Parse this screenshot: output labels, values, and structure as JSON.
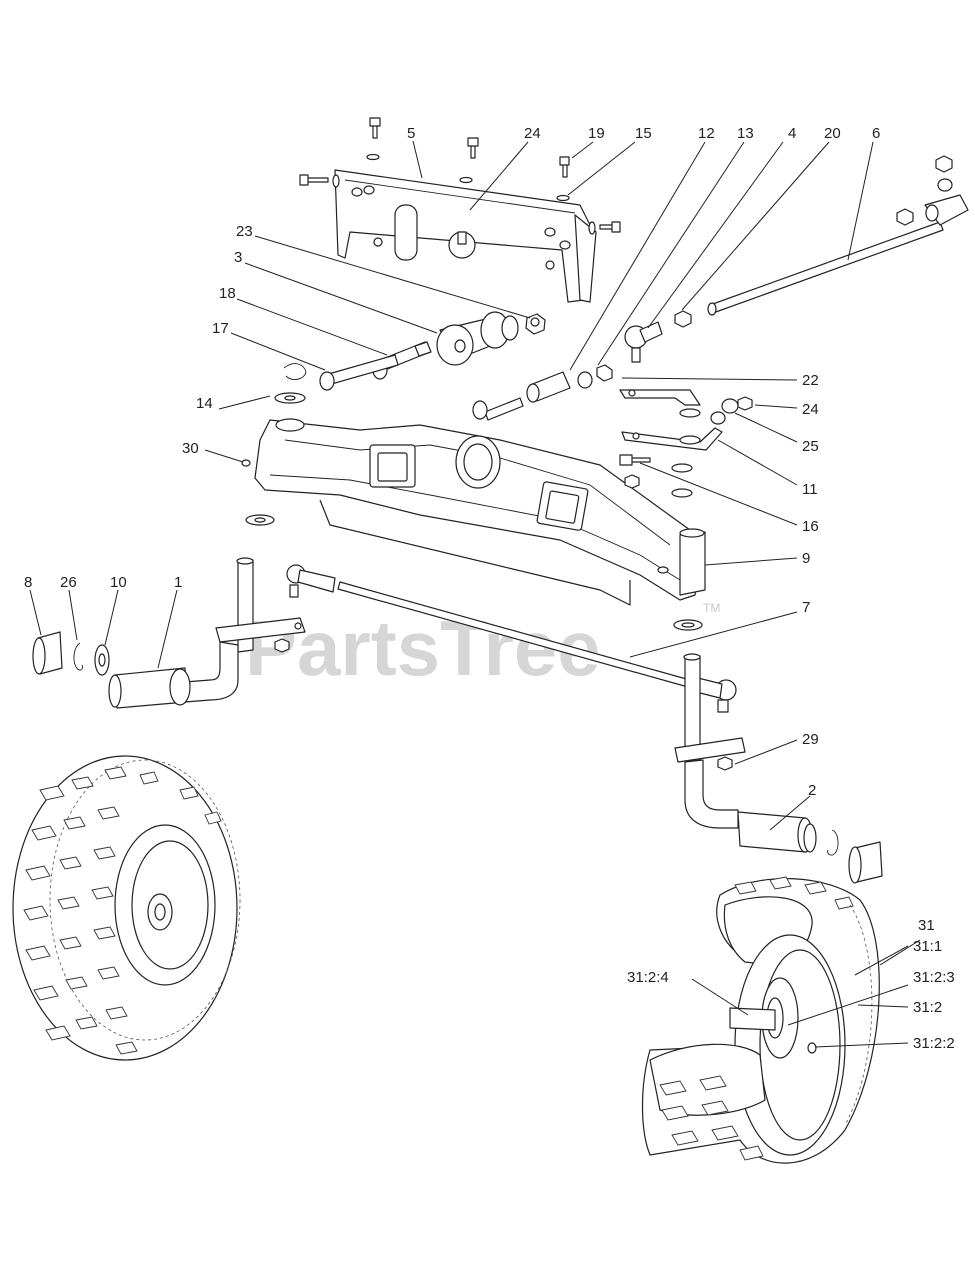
{
  "watermark": {
    "text": "PartsTree",
    "trademark": "TM"
  },
  "callouts": [
    {
      "id": "c-5",
      "label": "5"
    },
    {
      "id": "c-24a",
      "label": "24"
    },
    {
      "id": "c-19",
      "label": "19"
    },
    {
      "id": "c-15",
      "label": "15"
    },
    {
      "id": "c-12",
      "label": "12"
    },
    {
      "id": "c-13",
      "label": "13"
    },
    {
      "id": "c-4",
      "label": "4"
    },
    {
      "id": "c-20",
      "label": "20"
    },
    {
      "id": "c-6",
      "label": "6"
    },
    {
      "id": "c-23",
      "label": "23"
    },
    {
      "id": "c-3",
      "label": "3"
    },
    {
      "id": "c-18",
      "label": "18"
    },
    {
      "id": "c-17",
      "label": "17"
    },
    {
      "id": "c-14",
      "label": "14"
    },
    {
      "id": "c-22",
      "label": "22"
    },
    {
      "id": "c-24b",
      "label": "24"
    },
    {
      "id": "c-25",
      "label": "25"
    },
    {
      "id": "c-30",
      "label": "30"
    },
    {
      "id": "c-11",
      "label": "11"
    },
    {
      "id": "c-16",
      "label": "16"
    },
    {
      "id": "c-9",
      "label": "9"
    },
    {
      "id": "c-8",
      "label": "8"
    },
    {
      "id": "c-26",
      "label": "26"
    },
    {
      "id": "c-10",
      "label": "10"
    },
    {
      "id": "c-1",
      "label": "1"
    },
    {
      "id": "c-7",
      "label": "7"
    },
    {
      "id": "c-29",
      "label": "29"
    },
    {
      "id": "c-2",
      "label": "2"
    },
    {
      "id": "c-31",
      "label": "31"
    },
    {
      "id": "c-31-1",
      "label": "31:1"
    },
    {
      "id": "c-31-2-4",
      "label": "31:2:4"
    },
    {
      "id": "c-31-2-3",
      "label": "31:2:3"
    },
    {
      "id": "c-31-2",
      "label": "31:2"
    },
    {
      "id": "c-31-2-2",
      "label": "31:2:2"
    }
  ]
}
